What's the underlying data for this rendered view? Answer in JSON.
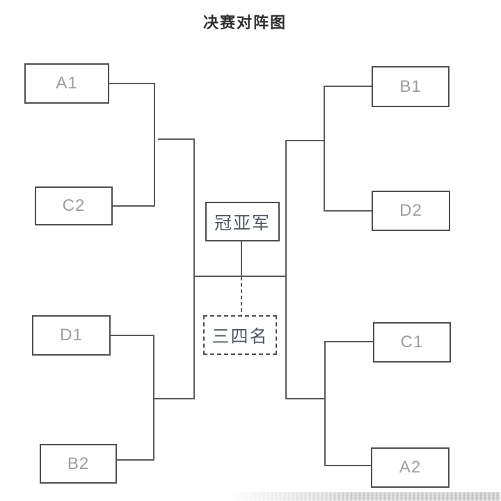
{
  "page_title": "决赛对阵图",
  "bracket": {
    "semifinals": {
      "left_top": {
        "team1": "A1",
        "team2": "C2"
      },
      "left_bottom": {
        "team1": "D1",
        "team2": "B2"
      },
      "right_top": {
        "team1": "B1",
        "team2": "D2"
      },
      "right_bottom": {
        "team1": "C1",
        "team2": "A2"
      }
    },
    "final_label": "冠亚军",
    "third_place_label": "三四名"
  },
  "colors": {
    "line-color": "#5a5a5a",
    "box-border-color": "#4e4e4e",
    "team-text-color": "#9d9d9d",
    "center-text-color": "#4e5562",
    "title-color": "#2e2e2e"
  }
}
